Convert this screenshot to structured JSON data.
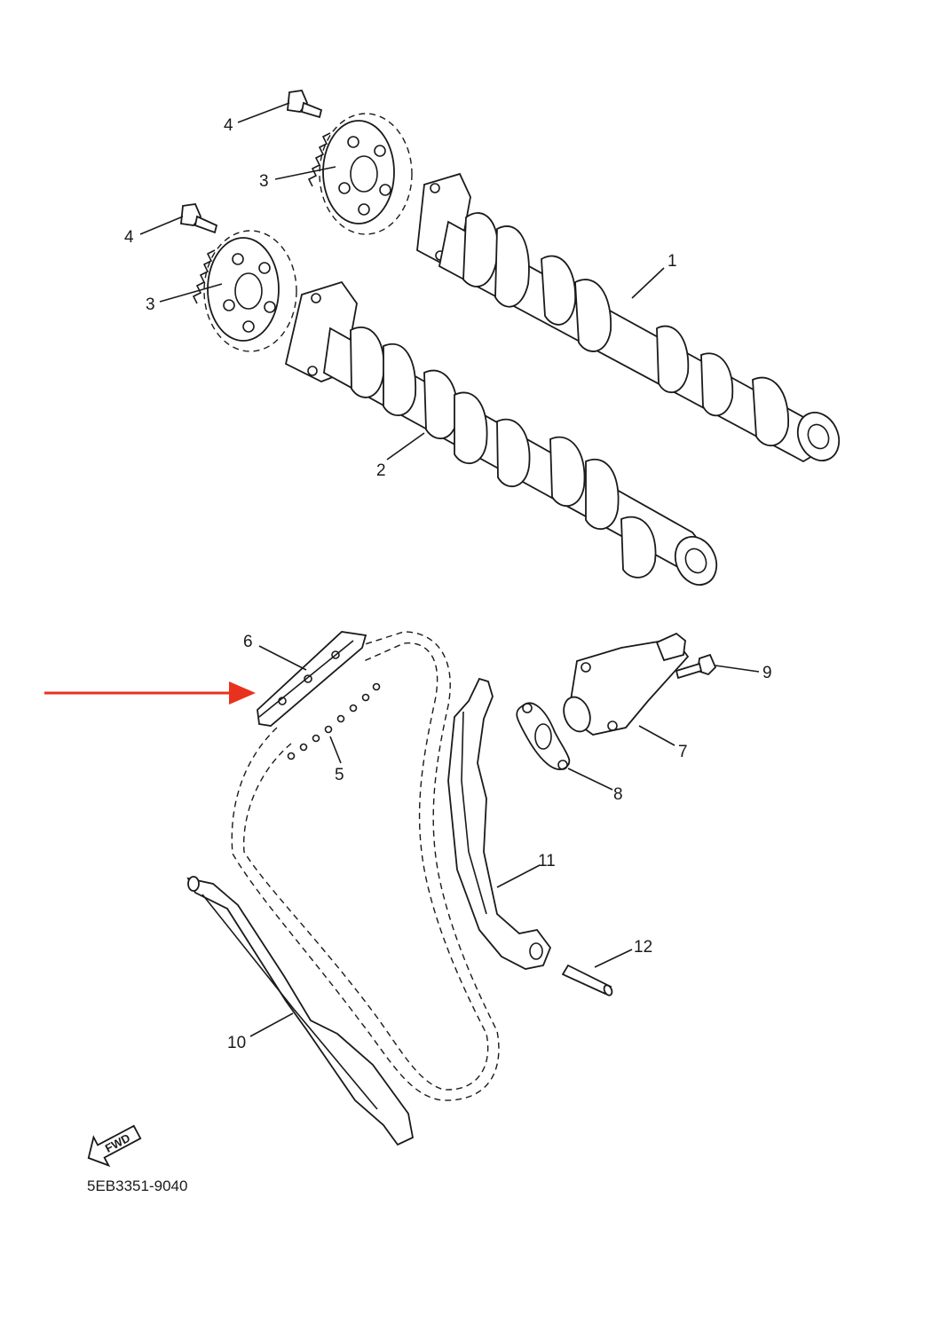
{
  "diagram": {
    "reference_code": "5EB3351-9040",
    "fwd_label": "FWD",
    "callouts": [
      {
        "id": "1",
        "label": "1"
      },
      {
        "id": "2",
        "label": "2"
      },
      {
        "id": "3a",
        "label": "3"
      },
      {
        "id": "3b",
        "label": "3"
      },
      {
        "id": "4a",
        "label": "4"
      },
      {
        "id": "4b",
        "label": "4"
      },
      {
        "id": "5",
        "label": "5"
      },
      {
        "id": "6",
        "label": "6"
      },
      {
        "id": "7",
        "label": "7"
      },
      {
        "id": "8",
        "label": "8"
      },
      {
        "id": "9",
        "label": "9"
      },
      {
        "id": "10",
        "label": "10"
      },
      {
        "id": "11",
        "label": "11"
      },
      {
        "id": "12",
        "label": "12"
      }
    ],
    "highlight_arrow": {
      "color": "#e8321e",
      "points_to": "6"
    }
  }
}
